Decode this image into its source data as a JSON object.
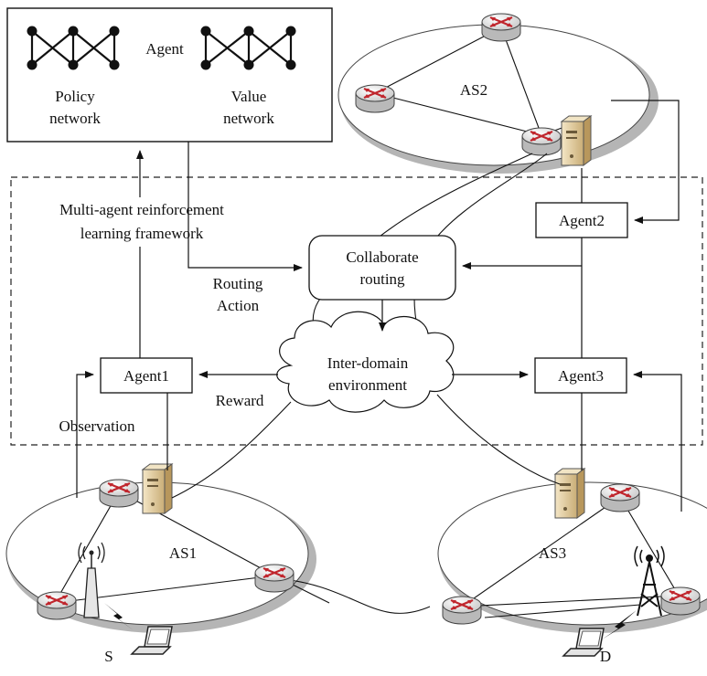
{
  "agent_panel": {
    "title": "Agent",
    "policy": [
      "Policy",
      "network"
    ],
    "value": [
      "Value",
      "network"
    ]
  },
  "framework": [
    "Multi-agent reinforcement",
    "learning framework"
  ],
  "agents": {
    "agent1": "Agent1",
    "agent2": "Agent2",
    "agent3": "Agent3"
  },
  "collab": [
    "Collaborate",
    "routing"
  ],
  "environment": [
    "Inter-domain",
    "environment"
  ],
  "labels": {
    "routing_action": [
      "Routing",
      "Action"
    ],
    "reward": "Reward",
    "observation": "Observation"
  },
  "domains": {
    "as1": "AS1",
    "as2": "AS2",
    "as3": "AS3"
  },
  "endpoints": {
    "source": "S",
    "destination": "D"
  },
  "colors": {
    "router_body": "#dcdcdc",
    "router_arrow": "#c0262d",
    "server_body": "#e3cfa4",
    "ellipse_shadow": "#b5b5b5"
  },
  "icons": [
    "router-icon",
    "server-icon",
    "laptop-icon",
    "wireless-ap-icon",
    "cell-tower-icon",
    "lightning-icon"
  ]
}
